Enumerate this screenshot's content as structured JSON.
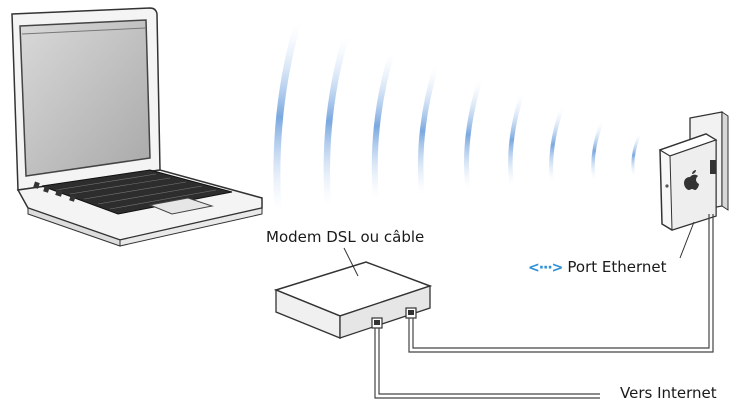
{
  "labels": {
    "modem": "Modem DSL ou câble",
    "ethernet_port": "Port Ethernet",
    "internet": "Vers Internet"
  },
  "icons": {
    "ethernet": "ethernet-port-icon",
    "ethernet_glyph": "<···>"
  },
  "colors": {
    "wave": "#8fb6e6",
    "ethernet_icon": "#2a8fd6"
  }
}
